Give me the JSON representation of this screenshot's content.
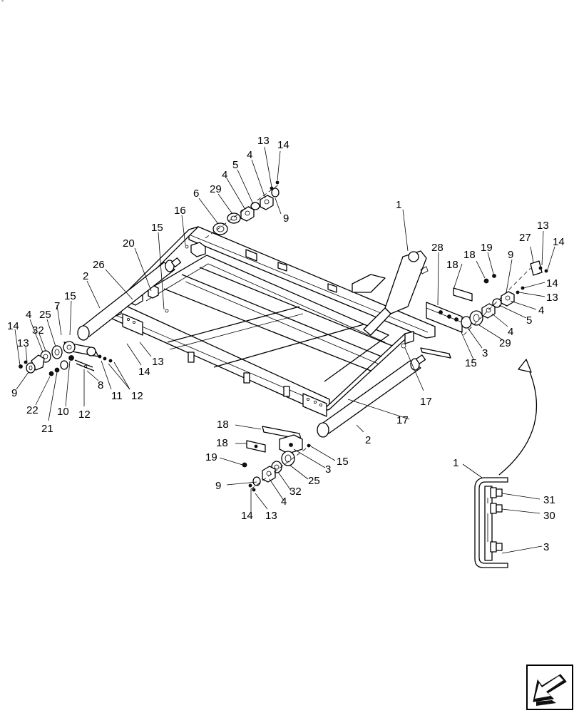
{
  "corner_mark": "-",
  "callouts": [
    {
      "id": "c1",
      "text": "13"
    },
    {
      "id": "c2",
      "text": "14"
    },
    {
      "id": "c3",
      "text": "4"
    },
    {
      "id": "c4",
      "text": "5"
    },
    {
      "id": "c5",
      "text": "4"
    },
    {
      "id": "c6",
      "text": "6"
    },
    {
      "id": "c7",
      "text": "29"
    },
    {
      "id": "c8",
      "text": "9"
    },
    {
      "id": "c9",
      "text": "16"
    },
    {
      "id": "c10",
      "text": "15"
    },
    {
      "id": "c11",
      "text": "20"
    },
    {
      "id": "c12",
      "text": "26"
    },
    {
      "id": "c13",
      "text": "2"
    },
    {
      "id": "c14",
      "text": "15"
    },
    {
      "id": "c15",
      "text": "7"
    },
    {
      "id": "c16",
      "text": "25"
    },
    {
      "id": "c17",
      "text": "4"
    },
    {
      "id": "c18",
      "text": "32"
    },
    {
      "id": "c19",
      "text": "14"
    },
    {
      "id": "c20",
      "text": "13"
    },
    {
      "id": "c21",
      "text": "9"
    },
    {
      "id": "c22",
      "text": "22"
    },
    {
      "id": "c23",
      "text": "21"
    },
    {
      "id": "c24",
      "text": "10"
    },
    {
      "id": "c25",
      "text": "12"
    },
    {
      "id": "c26",
      "text": "8"
    },
    {
      "id": "c27",
      "text": "11"
    },
    {
      "id": "c28",
      "text": "12"
    },
    {
      "id": "c29",
      "text": "14"
    },
    {
      "id": "c30",
      "text": "13"
    },
    {
      "id": "c31",
      "text": "1"
    },
    {
      "id": "c32",
      "text": "28"
    },
    {
      "id": "c33",
      "text": "18"
    },
    {
      "id": "c34",
      "text": "19"
    },
    {
      "id": "c35",
      "text": "18"
    },
    {
      "id": "c36",
      "text": "9"
    },
    {
      "id": "c37",
      "text": "27"
    },
    {
      "id": "c38",
      "text": "13"
    },
    {
      "id": "c39",
      "text": "14"
    },
    {
      "id": "c40",
      "text": "14"
    },
    {
      "id": "c41",
      "text": "13"
    },
    {
      "id": "c42",
      "text": "4"
    },
    {
      "id": "c43",
      "text": "5"
    },
    {
      "id": "c44",
      "text": "4"
    },
    {
      "id": "c45",
      "text": "29"
    },
    {
      "id": "c46",
      "text": "3"
    },
    {
      "id": "c47",
      "text": "15"
    },
    {
      "id": "c48",
      "text": "17"
    },
    {
      "id": "c49",
      "text": "17"
    },
    {
      "id": "c50",
      "text": "2"
    },
    {
      "id": "c51",
      "text": "18"
    },
    {
      "id": "c52",
      "text": "18"
    },
    {
      "id": "c53",
      "text": "19"
    },
    {
      "id": "c54",
      "text": "15"
    },
    {
      "id": "c55",
      "text": "3"
    },
    {
      "id": "c56",
      "text": "25"
    },
    {
      "id": "c57",
      "text": "9"
    },
    {
      "id": "c58",
      "text": "32"
    },
    {
      "id": "c59",
      "text": "4"
    },
    {
      "id": "c60",
      "text": "14"
    },
    {
      "id": "c61",
      "text": "13"
    },
    {
      "id": "c62",
      "text": "1"
    },
    {
      "id": "c63",
      "text": "31"
    },
    {
      "id": "c64",
      "text": "30"
    },
    {
      "id": "c65",
      "text": "3"
    }
  ],
  "nav_icon": "next-page-arrow-icon"
}
